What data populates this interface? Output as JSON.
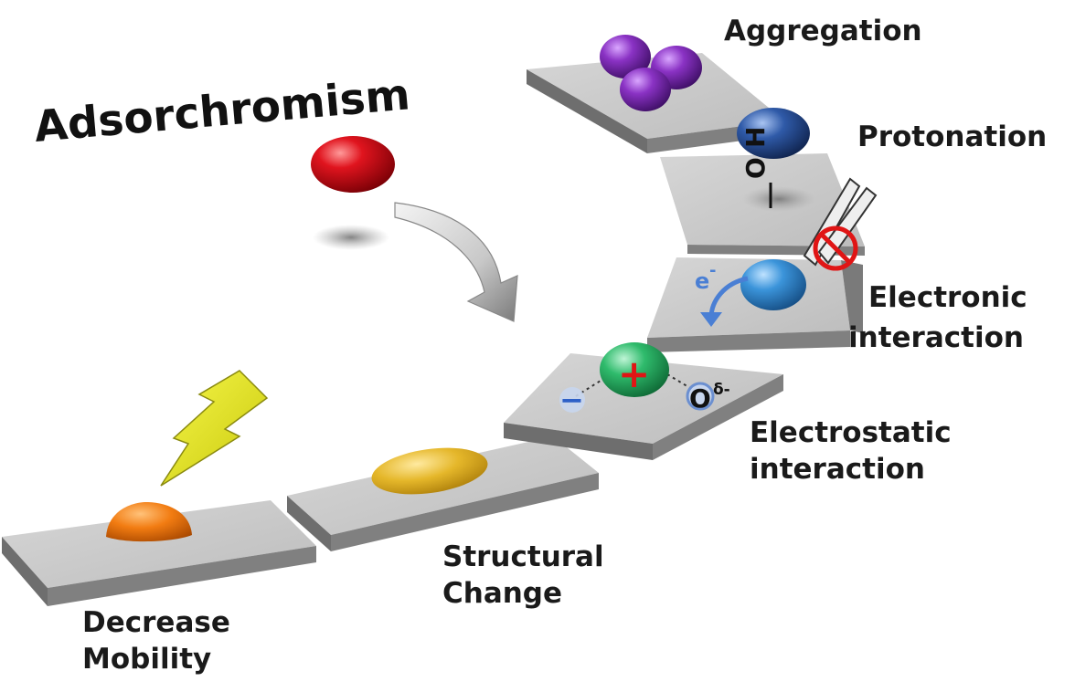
{
  "title": "Adsorchromism",
  "steps": {
    "aggregation": "Aggregation",
    "protonation": "Protonation",
    "electronic": [
      "Electronic",
      "interaction"
    ],
    "electrostatic": [
      "Electrostatic",
      "interaction"
    ],
    "structural": [
      "Structural",
      "Change"
    ],
    "mobility": [
      "Decrease",
      "Mobility"
    ]
  },
  "symbols": {
    "electron": "e",
    "electron_sup": "-",
    "oh_o": "O",
    "oh_h": "H",
    "plus": "+",
    "minus": "−",
    "odelta": "O",
    "odelta_sup": "δ-"
  },
  "colors": {
    "plate_top": "#c9c9c9",
    "plate_side": "#7d7d7d",
    "red": "#d0101a",
    "purple": "#7a2bb0",
    "navy": "#2a4f9a",
    "blue": "#3b8fd6",
    "green": "#2fb86a",
    "yellow": "#e2b624",
    "orange": "#f07a10",
    "bolt": "#e6e61e",
    "forbid": "#e01515"
  }
}
